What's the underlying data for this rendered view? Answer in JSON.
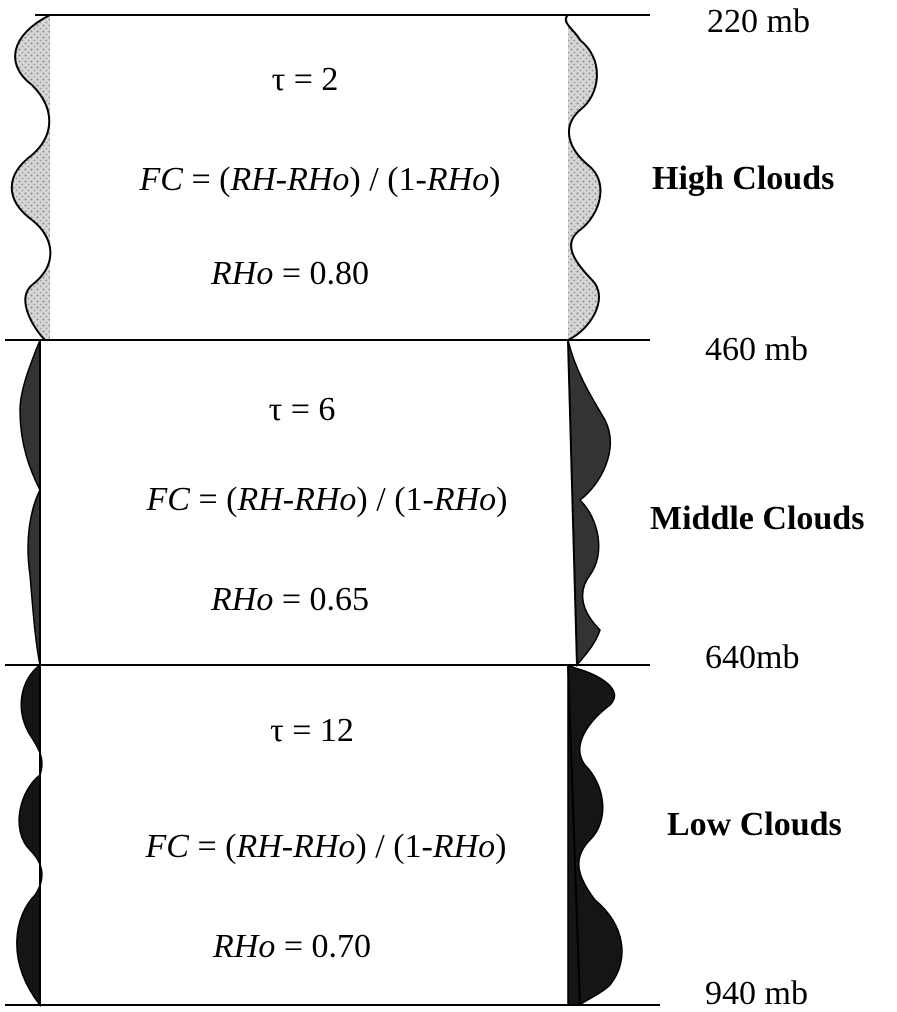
{
  "pressure_levels": [
    "220 mb",
    "460 mb",
    "640mb",
    "940 mb"
  ],
  "layers": [
    {
      "name": "High Clouds",
      "tau": "τ = 2",
      "fc": {
        "a": "FC",
        "b": " = (",
        "c": "RH-RHo",
        "d": ") / (1-",
        "e": "RHo",
        "f": ")"
      },
      "rh": {
        "a": "RHo",
        "b": " = 0.80"
      },
      "fill": "#c4c4c4"
    },
    {
      "name": "Middle Clouds",
      "tau": "τ = 6",
      "fc": {
        "a": "FC",
        "b": " = (",
        "c": "RH-RHo",
        "d": ") / (1-",
        "e": "RHo",
        "f": ")"
      },
      "rh": {
        "a": "RHo",
        "b": " = 0.65"
      },
      "fill": "#333333"
    },
    {
      "name": "Low Clouds",
      "tau": "τ = 12",
      "fc": {
        "a": "FC",
        "b": " = (",
        "c": "RH-RHo",
        "d": ") / (1-",
        "e": "RHo",
        "f": ")"
      },
      "rh": {
        "a": "RHo",
        "b": " = 0.70"
      },
      "fill": "#151515"
    }
  ]
}
